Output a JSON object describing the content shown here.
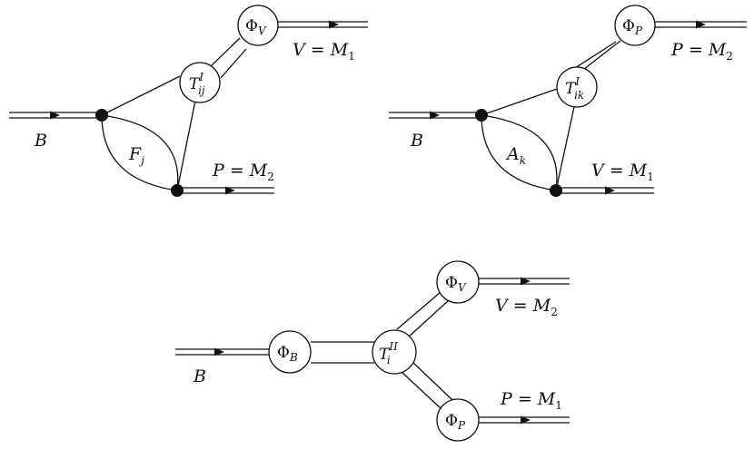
{
  "diagram_a": {
    "incoming": {
      "sym": "B"
    },
    "vertex": {
      "main": "T",
      "sup": "I",
      "sub": "ij"
    },
    "wf_top": {
      "main": "Φ",
      "sub": "V"
    },
    "out_top": {
      "left": "V = M",
      "sub": "1"
    },
    "form_factor": {
      "main": "F",
      "sub": "j"
    },
    "out_bottom": {
      "left": "P = M",
      "sub": "2"
    }
  },
  "diagram_b": {
    "incoming": {
      "sym": "B"
    },
    "vertex": {
      "main": "T",
      "sup": "I",
      "sub": "ik"
    },
    "wf_top": {
      "main": "Φ",
      "sub": "P"
    },
    "out_top": {
      "left": "P = M",
      "sub": "2"
    },
    "form_factor": {
      "main": "A",
      "sub": "k"
    },
    "out_bottom": {
      "left": "V = M",
      "sub": "1"
    }
  },
  "diagram_c": {
    "incoming": {
      "sym": "B"
    },
    "wf_b": {
      "main": "Φ",
      "sub": "B"
    },
    "vertex": {
      "main": "T",
      "sup": "II",
      "sub": "i"
    },
    "wf_top": {
      "main": "Φ",
      "sub": "V"
    },
    "out_top": {
      "left": "V = M",
      "sub": "2"
    },
    "wf_bottom": {
      "main": "Φ",
      "sub": "P"
    },
    "out_bottom": {
      "left": "P = M",
      "sub": "1"
    }
  }
}
